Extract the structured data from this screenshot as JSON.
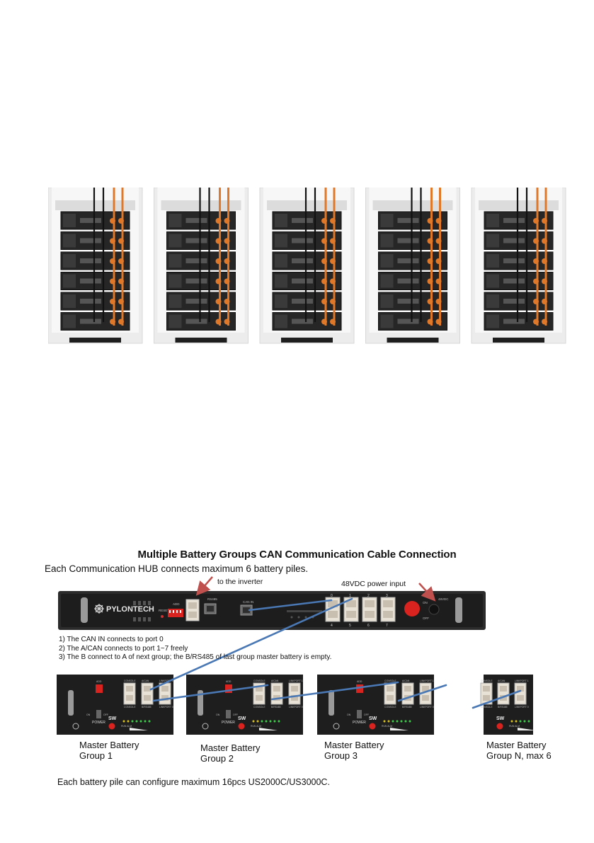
{
  "diagram": {
    "title": "Multiple Battery Groups CAN Communication Cable Connection",
    "lead": "Each Communication HUB connects maximum 6 battery piles.",
    "callouts": {
      "inverter": "to the inverter",
      "power_input": "48VDC power input"
    },
    "hub": {
      "brand": "PYLONTECH",
      "reset_label": "RESET",
      "dip_label": "ADD",
      "rs485_label": "RS485",
      "can_in_label": "CAN IN",
      "port_numbers_top": [
        "0",
        "1",
        "2",
        "3"
      ],
      "port_numbers_bottom": [
        "4",
        "5",
        "6",
        "7"
      ],
      "switch_on": "ON",
      "switch_off": "OFF",
      "power_label": "48VDC"
    },
    "steps": [
      "1)   The CAN IN connects to port 0",
      "2)   The A/CAN connects to port 1~7 freely",
      "3)   The B connect to A of next group;          the B/RS485 of last group master battery is empty."
    ],
    "battery_panel": {
      "power_label": "POWER",
      "sw_label": "SW",
      "add_label": "ADD",
      "port_labels": [
        "CONSOLE",
        "A/CAN",
        "LINKPORT 1"
      ],
      "port_labels_bottom": [
        "CONSOLE",
        "B/RS485",
        "LINKPORT 0"
      ],
      "on_label": "ON",
      "off_label": "OFF",
      "run_label": "RUN ALM"
    },
    "groups": [
      {
        "line1": "Master Battery",
        "line2": "Group 1"
      },
      {
        "line1": "Master Battery",
        "line2": "Group 2"
      },
      {
        "line1": "Master Battery",
        "line2": "Group 3"
      },
      {
        "line1": "Master Battery",
        "line2": "Group N, max 6"
      }
    ],
    "footer": "Each battery pile can configure maximum 16pcs US2000C/US3000C."
  },
  "colors": {
    "cable_blue": "#4a78b4",
    "arrow_red": "#c0504d",
    "orange_cable": "#e0782a",
    "button_red": "#d9231f"
  }
}
